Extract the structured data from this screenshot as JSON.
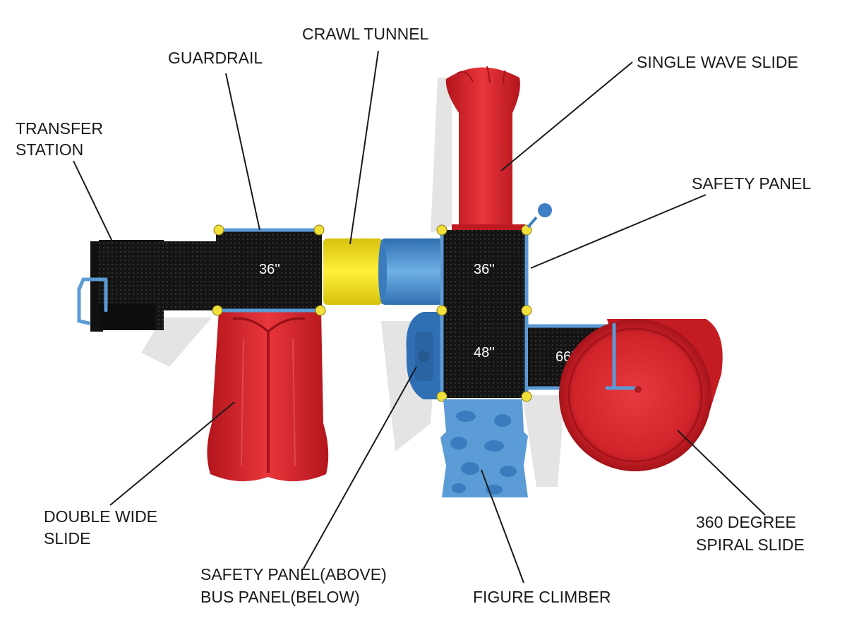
{
  "labels": {
    "crawl_tunnel": "CRAWL TUNNEL",
    "guardrail": "GUARDRAIL",
    "single_wave_slide": "SINGLE WAVE SLIDE",
    "transfer_station_line1": "TRANSFER",
    "transfer_station_line2": "STATION",
    "safety_panel": "SAFETY PANEL",
    "double_wide_slide_line1": "DOUBLE WIDE",
    "double_wide_slide_line2": "SLIDE",
    "safety_bus_panel_line1": "SAFETY PANEL(ABOVE)",
    "safety_bus_panel_line2": "BUS PANEL(BELOW)",
    "figure_climber": "FIGURE CLIMBER",
    "spiral_slide_line1": "360 DEGREE",
    "spiral_slide_line2": "SPIRAL SLIDE"
  },
  "deck_heights": {
    "left_deck": "36''",
    "top_right_deck": "36''",
    "center_deck": "48''",
    "right_deck": "66''"
  },
  "colors": {
    "slide_red": "#d8222a",
    "tunnel_yellow": "#f4e11a",
    "panel_blue": "#3f86c9",
    "climber_blue": "#5d9fd8",
    "deck_black": "#111111",
    "post_yellow": "#f2e03a",
    "text": "#1a1a1a"
  }
}
